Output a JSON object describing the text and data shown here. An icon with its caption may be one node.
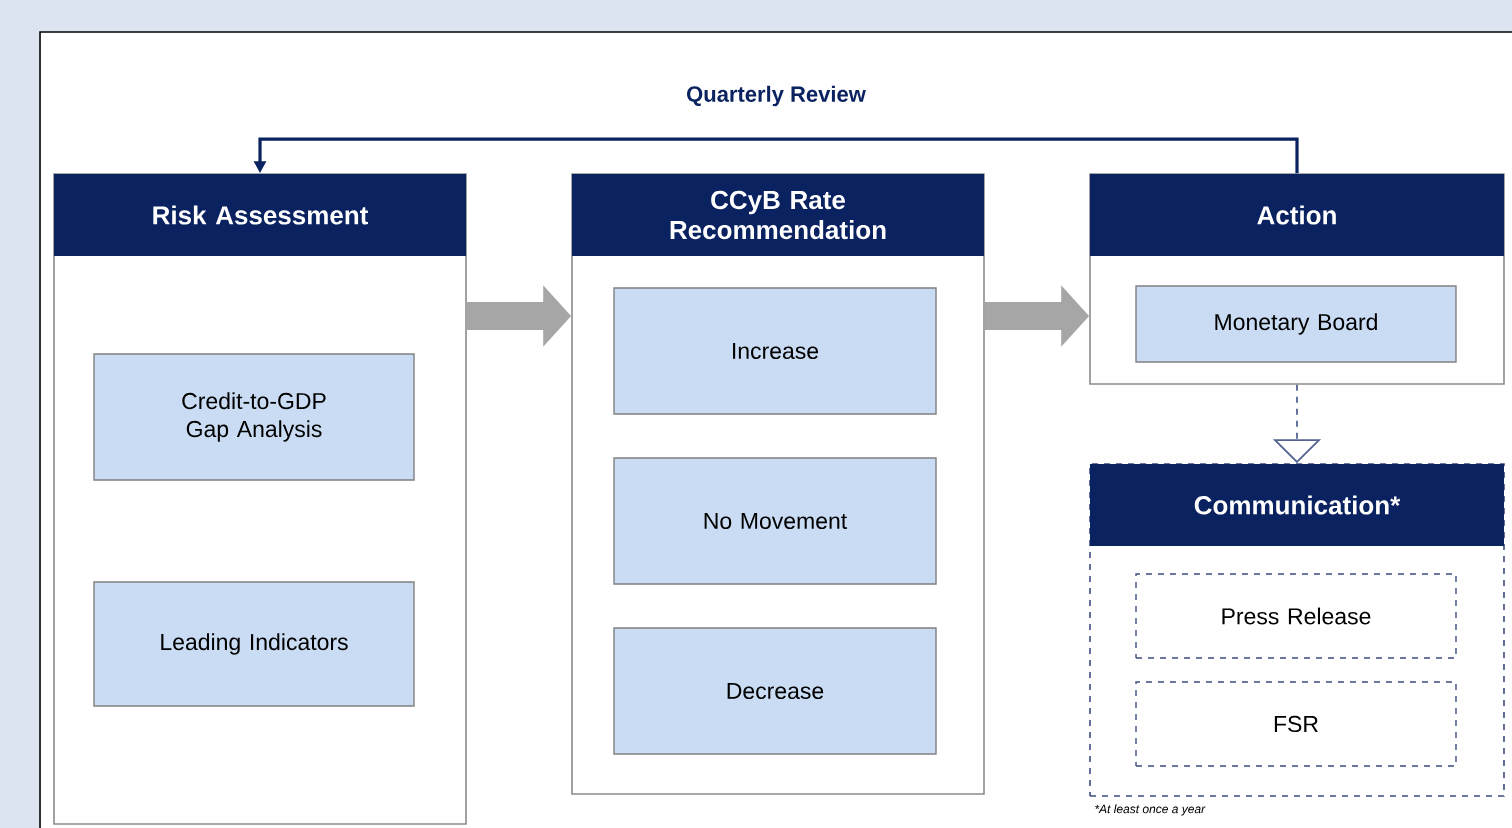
{
  "diagram": {
    "nodes": [
      {
        "text": [
          "Risk Assessment"
        ]
      },
      {
        "text": [
          "Credit-to-GDP Gap Analysis"
        ],
        "in": 0
      },
      {
        "text": [
          "Leading Indicators"
        ],
        "in": 0
      },
      {
        "text": [
          "CCyB Rate Recommendation"
        ]
      },
      {
        "text": [
          "Increase"
        ],
        "in": 3
      },
      {
        "text": [
          "No Movement"
        ],
        "in": 3
      },
      {
        "text": [
          "Decrease"
        ],
        "in": 3
      },
      {
        "text": [
          "Action"
        ]
      },
      {
        "text": [
          "Monetary Board"
        ],
        "in": 7
      },
      {
        "text": [
          "Communication*"
        ],
        "beside": [
          "*At least once a year"
        ]
      },
      {
        "text": [
          "Press Release"
        ],
        "in": 9
      },
      {
        "text": [
          "FSR"
        ],
        "in": 9
      }
    ],
    "edges": [
      {
        "from": 0,
        "to": 3,
        "arrow": "to",
        "style": "thick"
      },
      {
        "from": 3,
        "to": 7,
        "arrow": "to",
        "style": "thick"
      },
      {
        "from": 7,
        "to": 9,
        "arrow": "to",
        "style": "dashed"
      },
      {
        "from": 7,
        "to": 0,
        "arrow": "to",
        "label": "Quarterly Review",
        "color": "#0b2260"
      }
    ]
  }
}
